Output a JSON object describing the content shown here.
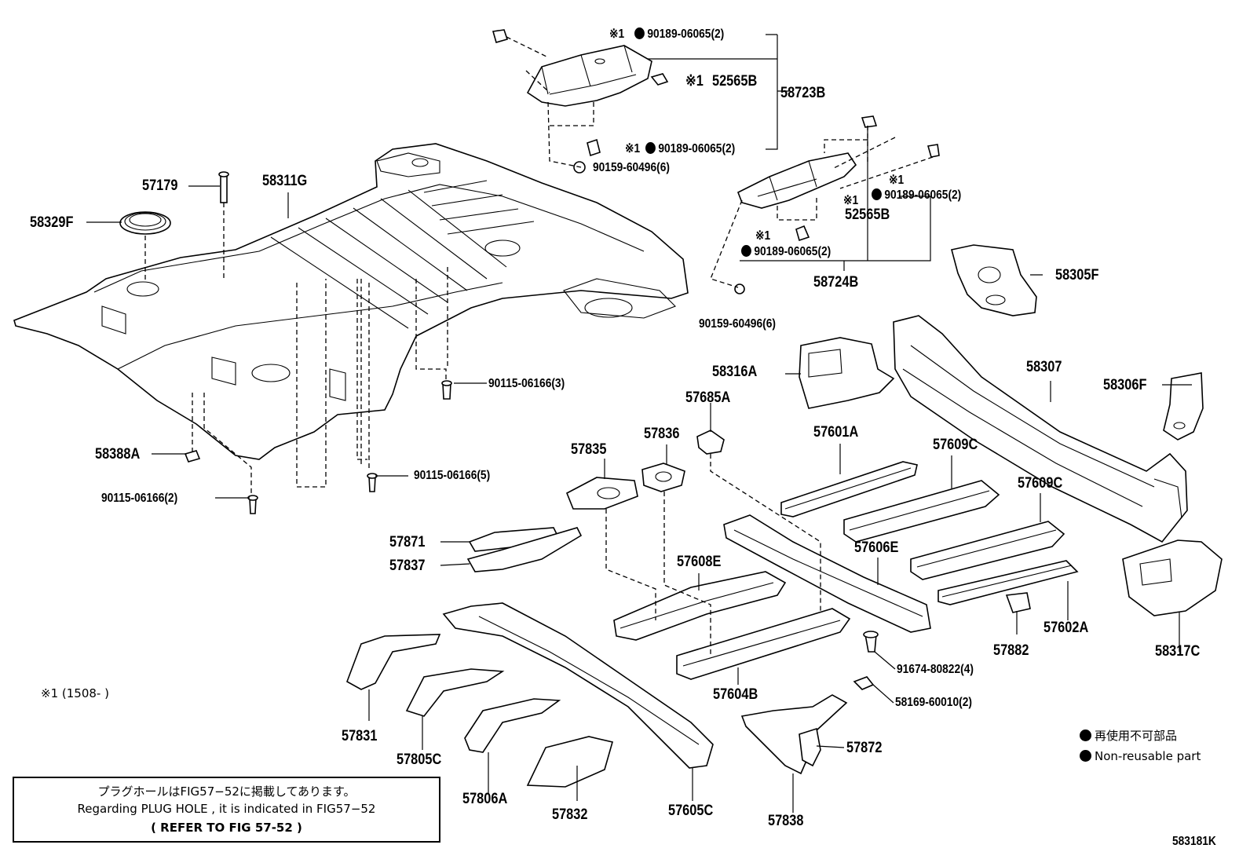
{
  "diagram_code": "583181K",
  "labels": {
    "l_58723B": "58723B",
    "l_52565B_top": "52565B",
    "l_90189_a": "90189-06065(2)",
    "l_90189_b": "90189-06065(2)",
    "l_90159_a": "90159-60496(6)",
    "l_90189_c": "90189-06065(2)",
    "l_52565B_mid": "52565B",
    "l_90189_d": "90189-06065(2)",
    "l_58724B": "58724B",
    "l_90159_b": "90159-60496(6)",
    "l_58305F": "58305F",
    "l_57179": "57179",
    "l_58311G": "58311G",
    "l_58329F": "58329F",
    "l_58316A": "58316A",
    "l_58307": "58307",
    "l_58306F": "58306F",
    "l_57685A": "57685A",
    "l_90115_a": "90115-06166(3)",
    "l_57836": "57836",
    "l_57835": "57835",
    "l_57601A": "57601A",
    "l_57609C_a": "57609C",
    "l_57609C_b": "57609C",
    "l_58388A": "58388A",
    "l_90115_b": "90115-06166(5)",
    "l_90115_c": "90115-06166(2)",
    "l_57871": "57871",
    "l_57837": "57837",
    "l_57608E": "57608E",
    "l_57606E": "57606E",
    "l_57882": "57882",
    "l_57602A": "57602A",
    "l_58317C": "58317C",
    "l_91674": "91674-80822(4)",
    "l_57604B": "57604B",
    "l_58169": "58169-60010(2)",
    "l_57831": "57831",
    "l_57805C": "57805C",
    "l_57806A": "57806A",
    "l_57832": "57832",
    "l_57605C": "57605C",
    "l_57838": "57838",
    "l_57872": "57872"
  },
  "marks": {
    "star1": "※1"
  },
  "footnote": "※1 (1508-      )",
  "legend": {
    "jp": "再使用不可部品",
    "en": "Non-reusable part"
  },
  "plug_note": {
    "jp": "プラグホールはFIG57−52に掲載してあります。",
    "en": "Regarding PLUG HOLE , it is indicated in FIG57−52",
    "ref": "(  REFER TO FIG 57-52  )"
  }
}
